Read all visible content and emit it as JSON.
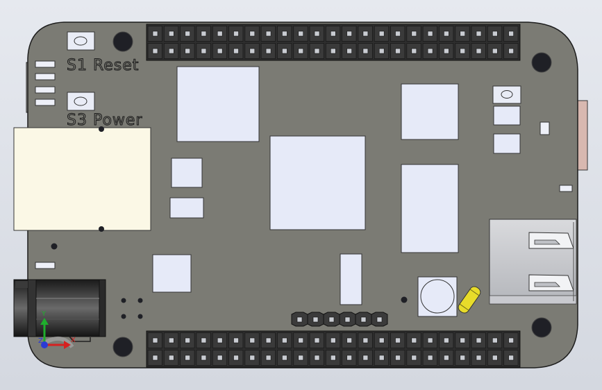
{
  "board": {
    "labels": {
      "s1": "S1 Reset",
      "s3": "S3 Power"
    },
    "header_top": {
      "rows": 2,
      "pins_per_row": 23
    },
    "header_bottom": {
      "rows": 2,
      "pins_per_row": 23
    },
    "serial_header": {
      "pins": 6
    }
  },
  "triad": {
    "y": "Y",
    "x": "X",
    "z": "Z"
  },
  "colors": {
    "pcb": "#7b7b74",
    "chip": "#e6eaf8",
    "connector": "#fbf8e6",
    "header": "#2e2e2e",
    "crystal": "#e8dc2a"
  }
}
